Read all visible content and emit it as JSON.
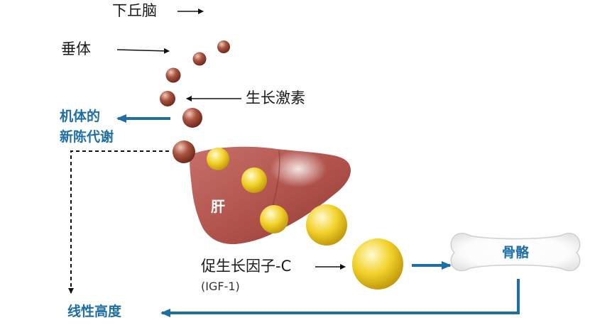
{
  "labels": {
    "hypothalamus": "下丘脑",
    "pituitary": "垂体",
    "growth_hormone": "生长激素",
    "metabolism_line1": "机体的",
    "metabolism_line2": "新陈代谢",
    "liver": "肝",
    "igf_name": "促生长因子-C",
    "igf_abbr": "(IGF-1)",
    "bone": "骨骼",
    "linear_height": "线性高度"
  },
  "colors": {
    "accent_blue": "#1d6fa5",
    "liver": "#b3544d",
    "hormone_ball": "#8e3a2c",
    "igf_ball": "#e9c21f",
    "text": "#1a1a1a"
  }
}
